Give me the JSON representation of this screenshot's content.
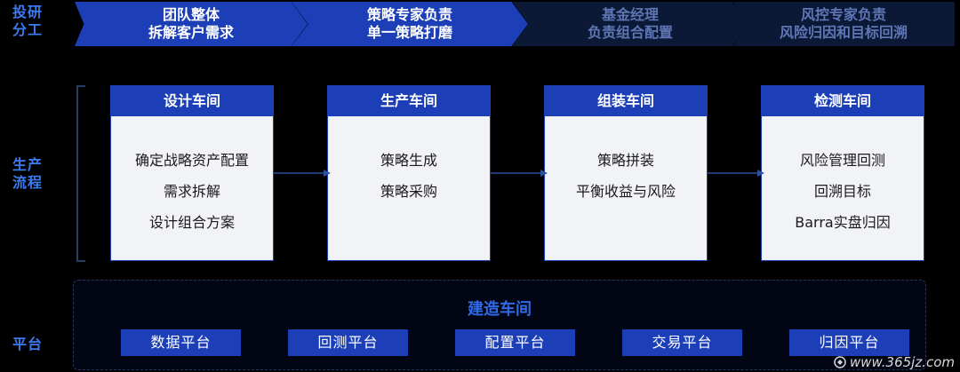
{
  "side_labels": {
    "research": "投研\n分工",
    "process": "生产\n流程",
    "platform": "平台"
  },
  "roles": [
    {
      "label": "团队整体\n拆解客户需求",
      "active": true
    },
    {
      "label": "策略专家负责\n单一策略打磨",
      "active": true
    },
    {
      "label": "基金经理\n负责组合配置",
      "active": false
    },
    {
      "label": "风控专家负责\n风险归因和目标回溯",
      "active": false
    }
  ],
  "workshops": [
    {
      "title": "设计车间",
      "lines": [
        "确定战略资产配置",
        "需求拆解",
        "设计组合方案"
      ]
    },
    {
      "title": "生产车间",
      "lines": [
        "策略生成",
        "策略采购"
      ]
    },
    {
      "title": "组装车间",
      "lines": [
        "策略拼装",
        "平衡收益与风险"
      ]
    },
    {
      "title": "检测车间",
      "lines": [
        "风险管理回测",
        "回溯目标",
        "Barra实盘归因"
      ]
    }
  ],
  "platform": {
    "title": "建造车间",
    "items": [
      "数据平台",
      "回测平台",
      "配置平台",
      "交易平台",
      "归因平台"
    ]
  },
  "watermark": "www.365jz.com",
  "colors": {
    "primary": "#1c3fb7",
    "dim": "#0b1936",
    "label": "#3a7bf2",
    "background": "#000000"
  }
}
